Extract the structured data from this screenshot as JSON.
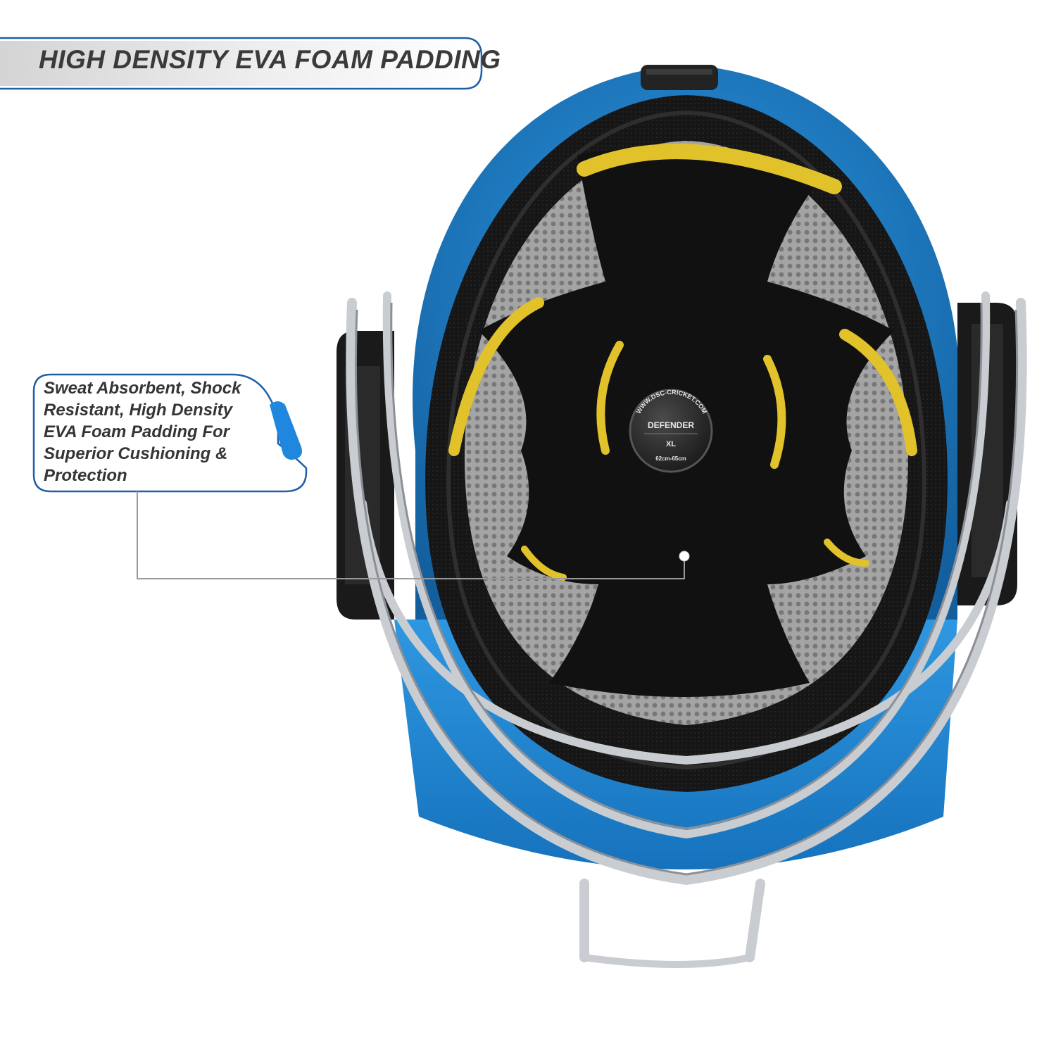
{
  "heading": "HIGH DENSITY EVA FOAM PADDING",
  "callout": {
    "text": "Sweat Absorbent, Shock Resistant, High Density EVA Foam Padding For Superior Cushioning & Protection"
  },
  "product_label": {
    "url": "WWW.DSC-CRICKET.COM",
    "model": "DEFENDER",
    "size": "XL",
    "range": "62cm-65cm"
  },
  "colors": {
    "shell": "#1e88d6",
    "shell_dark": "#135f9e",
    "padding_yellow": "#e2c22a",
    "mesh_gray": "#9a9a9a",
    "grille": "#c9ccd0",
    "accent_blue": "#1f5fa8"
  }
}
